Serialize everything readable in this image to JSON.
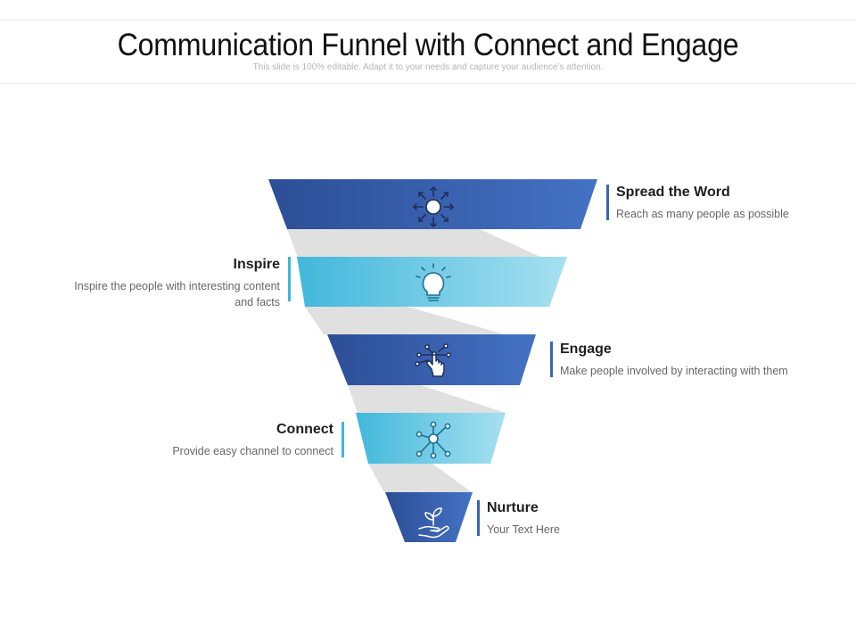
{
  "header": {
    "title": "Communication Funnel with Connect and Engage",
    "subtitle": "This slide is 100% editable. Adapt it to your needs and capture your audience’s attention."
  },
  "colors": {
    "dark_blue_start": "#2C4E96",
    "dark_blue_end": "#4472C4",
    "light_blue_start": "#41B8DB",
    "light_blue_end": "#A7E0F0",
    "connector": "#E0E0E0",
    "heading": "#1E1E1E",
    "description": "#666666"
  },
  "stages": [
    {
      "heading": "Spread the Word",
      "description": "Reach as many people as possible",
      "icon": "spread-arrows-icon",
      "tone": "dark"
    },
    {
      "heading": "Inspire",
      "description": "Inspire the people with interesting content and facts",
      "icon": "lightbulb-icon",
      "tone": "light"
    },
    {
      "heading": "Engage",
      "description": "Make people involved by interacting with them",
      "icon": "touch-hand-icon",
      "tone": "dark"
    },
    {
      "heading": "Connect",
      "description": "Provide easy channel to connect",
      "icon": "network-icon",
      "tone": "light"
    },
    {
      "heading": "Nurture",
      "description": "Your Text Here",
      "icon": "hand-sprout-icon",
      "tone": "dark"
    }
  ]
}
